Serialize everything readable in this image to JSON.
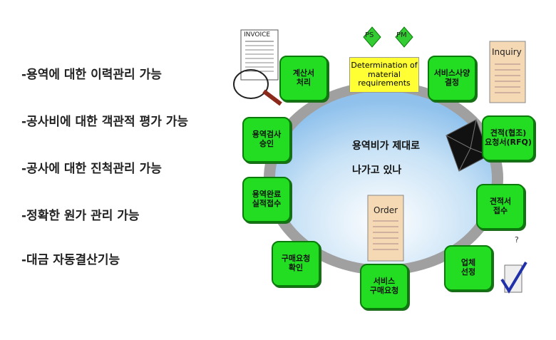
{
  "bullets": [
    "-용역에 대한 이력관리 가능",
    "-공사비에 대한 객관적 평가 가능",
    "-공사에 대한 진척관리 가능",
    "-정확한 원가 관리 가능",
    "-대금 자동결산기능"
  ],
  "center": {
    "line1": "용역비가 제대로",
    "line2": "나가고 있나"
  },
  "top_box": {
    "text": "Determination of material requirements",
    "ps": "PS",
    "pm": "PM"
  },
  "nodes": {
    "n1": "계산서\n처리",
    "n2": "서비스사양\n결정",
    "n3": "견적(협조)\n요청서(RFQ)",
    "n4": "견적서\n접수",
    "n5": "업체\n선정",
    "n6": "서비스\n구매요청",
    "n7": "구매요청\n확인",
    "n8": "용역완료\n실적접수",
    "n9": "용역검사\n승인"
  },
  "docs": {
    "inquiry": "Inquiry",
    "order": "Order",
    "invoice": "INVOICE"
  },
  "question_mark": "?",
  "colors": {
    "node_green": "#22dd22",
    "ring_gray": "#a0a0a0",
    "top_box_yellow": "#ffff33"
  }
}
